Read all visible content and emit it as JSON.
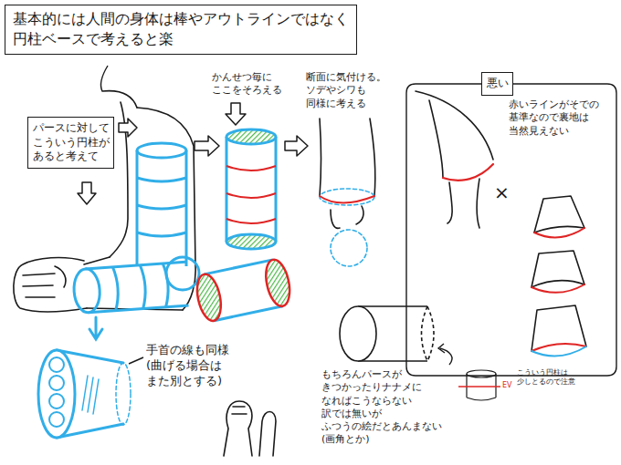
{
  "diagram": {
    "title": "基本的には人間の身体は棒やアウトラインではなく 円柱ベースで考えると楽",
    "nodes": [
      {
        "text": [
          "パースに対して こういう円柱が あると考えて"
        ]
      },
      {
        "text": [
          "悪い"
        ]
      }
    ],
    "labels": [
      "かんせつ毎に ここをそろえる",
      "断面に気付ける。 ソデやシワも 同様に考える",
      "赤いラインがそでの 基準なので裏地は 当然見えない",
      "×",
      "手首の線も同様 (曲げる場合は また別とする)",
      "もちろんパースが きつかったりナナメに なればこうならない 訳では無いが ふつうの絵だとあんまない(画角とか)",
      "EV",
      "こういう円柱は 少しとるので注意"
    ]
  }
}
